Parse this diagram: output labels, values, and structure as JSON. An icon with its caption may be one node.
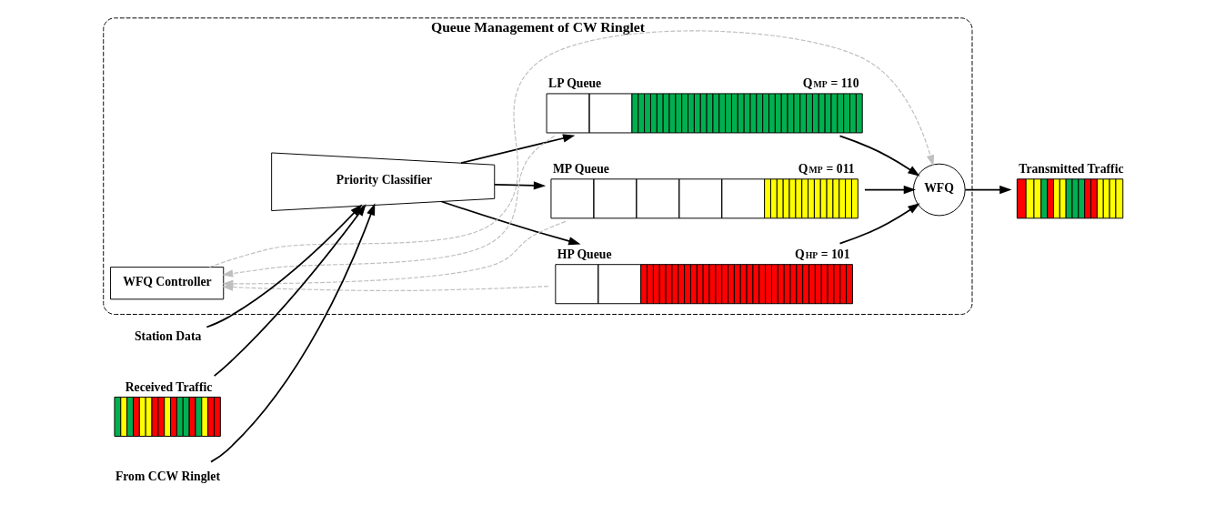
{
  "diagram": {
    "nodes": [
      {
        "text": [
          "Queue Management of CW Ringlet"
        ]
      },
      {
        "text": [
          "Station Data"
        ]
      },
      {
        "text": [
          "Received Traffic"
        ]
      },
      {
        "text": [
          "From CCW Ringlet"
        ]
      },
      {
        "text": [
          "Priority Classifier"
        ],
        "in": 0
      },
      {
        "text": [
          "HP Queue",
          "Q$_{HP}$ = 101"
        ],
        "in": 0
      },
      {
        "text": [
          "MP Queue",
          "Q$_{MP}$ = 011"
        ],
        "in": 0
      },
      {
        "text": [
          "LP Queue",
          "Q$_{MP}$ = 110"
        ],
        "in": 0
      },
      {
        "text": [
          "WFQ Controller"
        ],
        "in": 0
      },
      {
        "text": [
          "WFQ"
        ],
        "in": 0
      },
      {
        "text": [
          "Transmitted Traffic"
        ]
      }
    ],
    "edges": [
      {
        "from": 1,
        "to": 4,
        "arrow": "to"
      },
      {
        "from": 2,
        "to": 4,
        "arrow": "to"
      },
      {
        "from": 3,
        "to": 4,
        "arrow": "to"
      },
      {
        "from": 4,
        "to": 5,
        "arrow": "to"
      },
      {
        "from": 4,
        "to": 6,
        "arrow": "to"
      },
      {
        "from": 4,
        "to": 7,
        "arrow": "to"
      },
      {
        "from": 5,
        "to": 9,
        "arrow": "to"
      },
      {
        "from": 6,
        "to": 9,
        "arrow": "to"
      },
      {
        "from": 7,
        "to": 9,
        "arrow": "to"
      },
      {
        "from": 5,
        "to": 8,
        "arrow": "to",
        "style": "dashed",
        "color": "#bfbfbf"
      },
      {
        "from": 6,
        "to": 8,
        "arrow": "to",
        "style": "dashed",
        "color": "#bfbfbf"
      },
      {
        "from": 7,
        "to": 8,
        "arrow": "to",
        "style": "dashed",
        "color": "#bfbfbf"
      },
      {
        "from": 8,
        "to": 9,
        "arrow": "to",
        "style": "dashed",
        "color": "#bfbfbf"
      },
      {
        "from": 9,
        "to": 10,
        "arrow": "to"
      }
    ]
  }
}
